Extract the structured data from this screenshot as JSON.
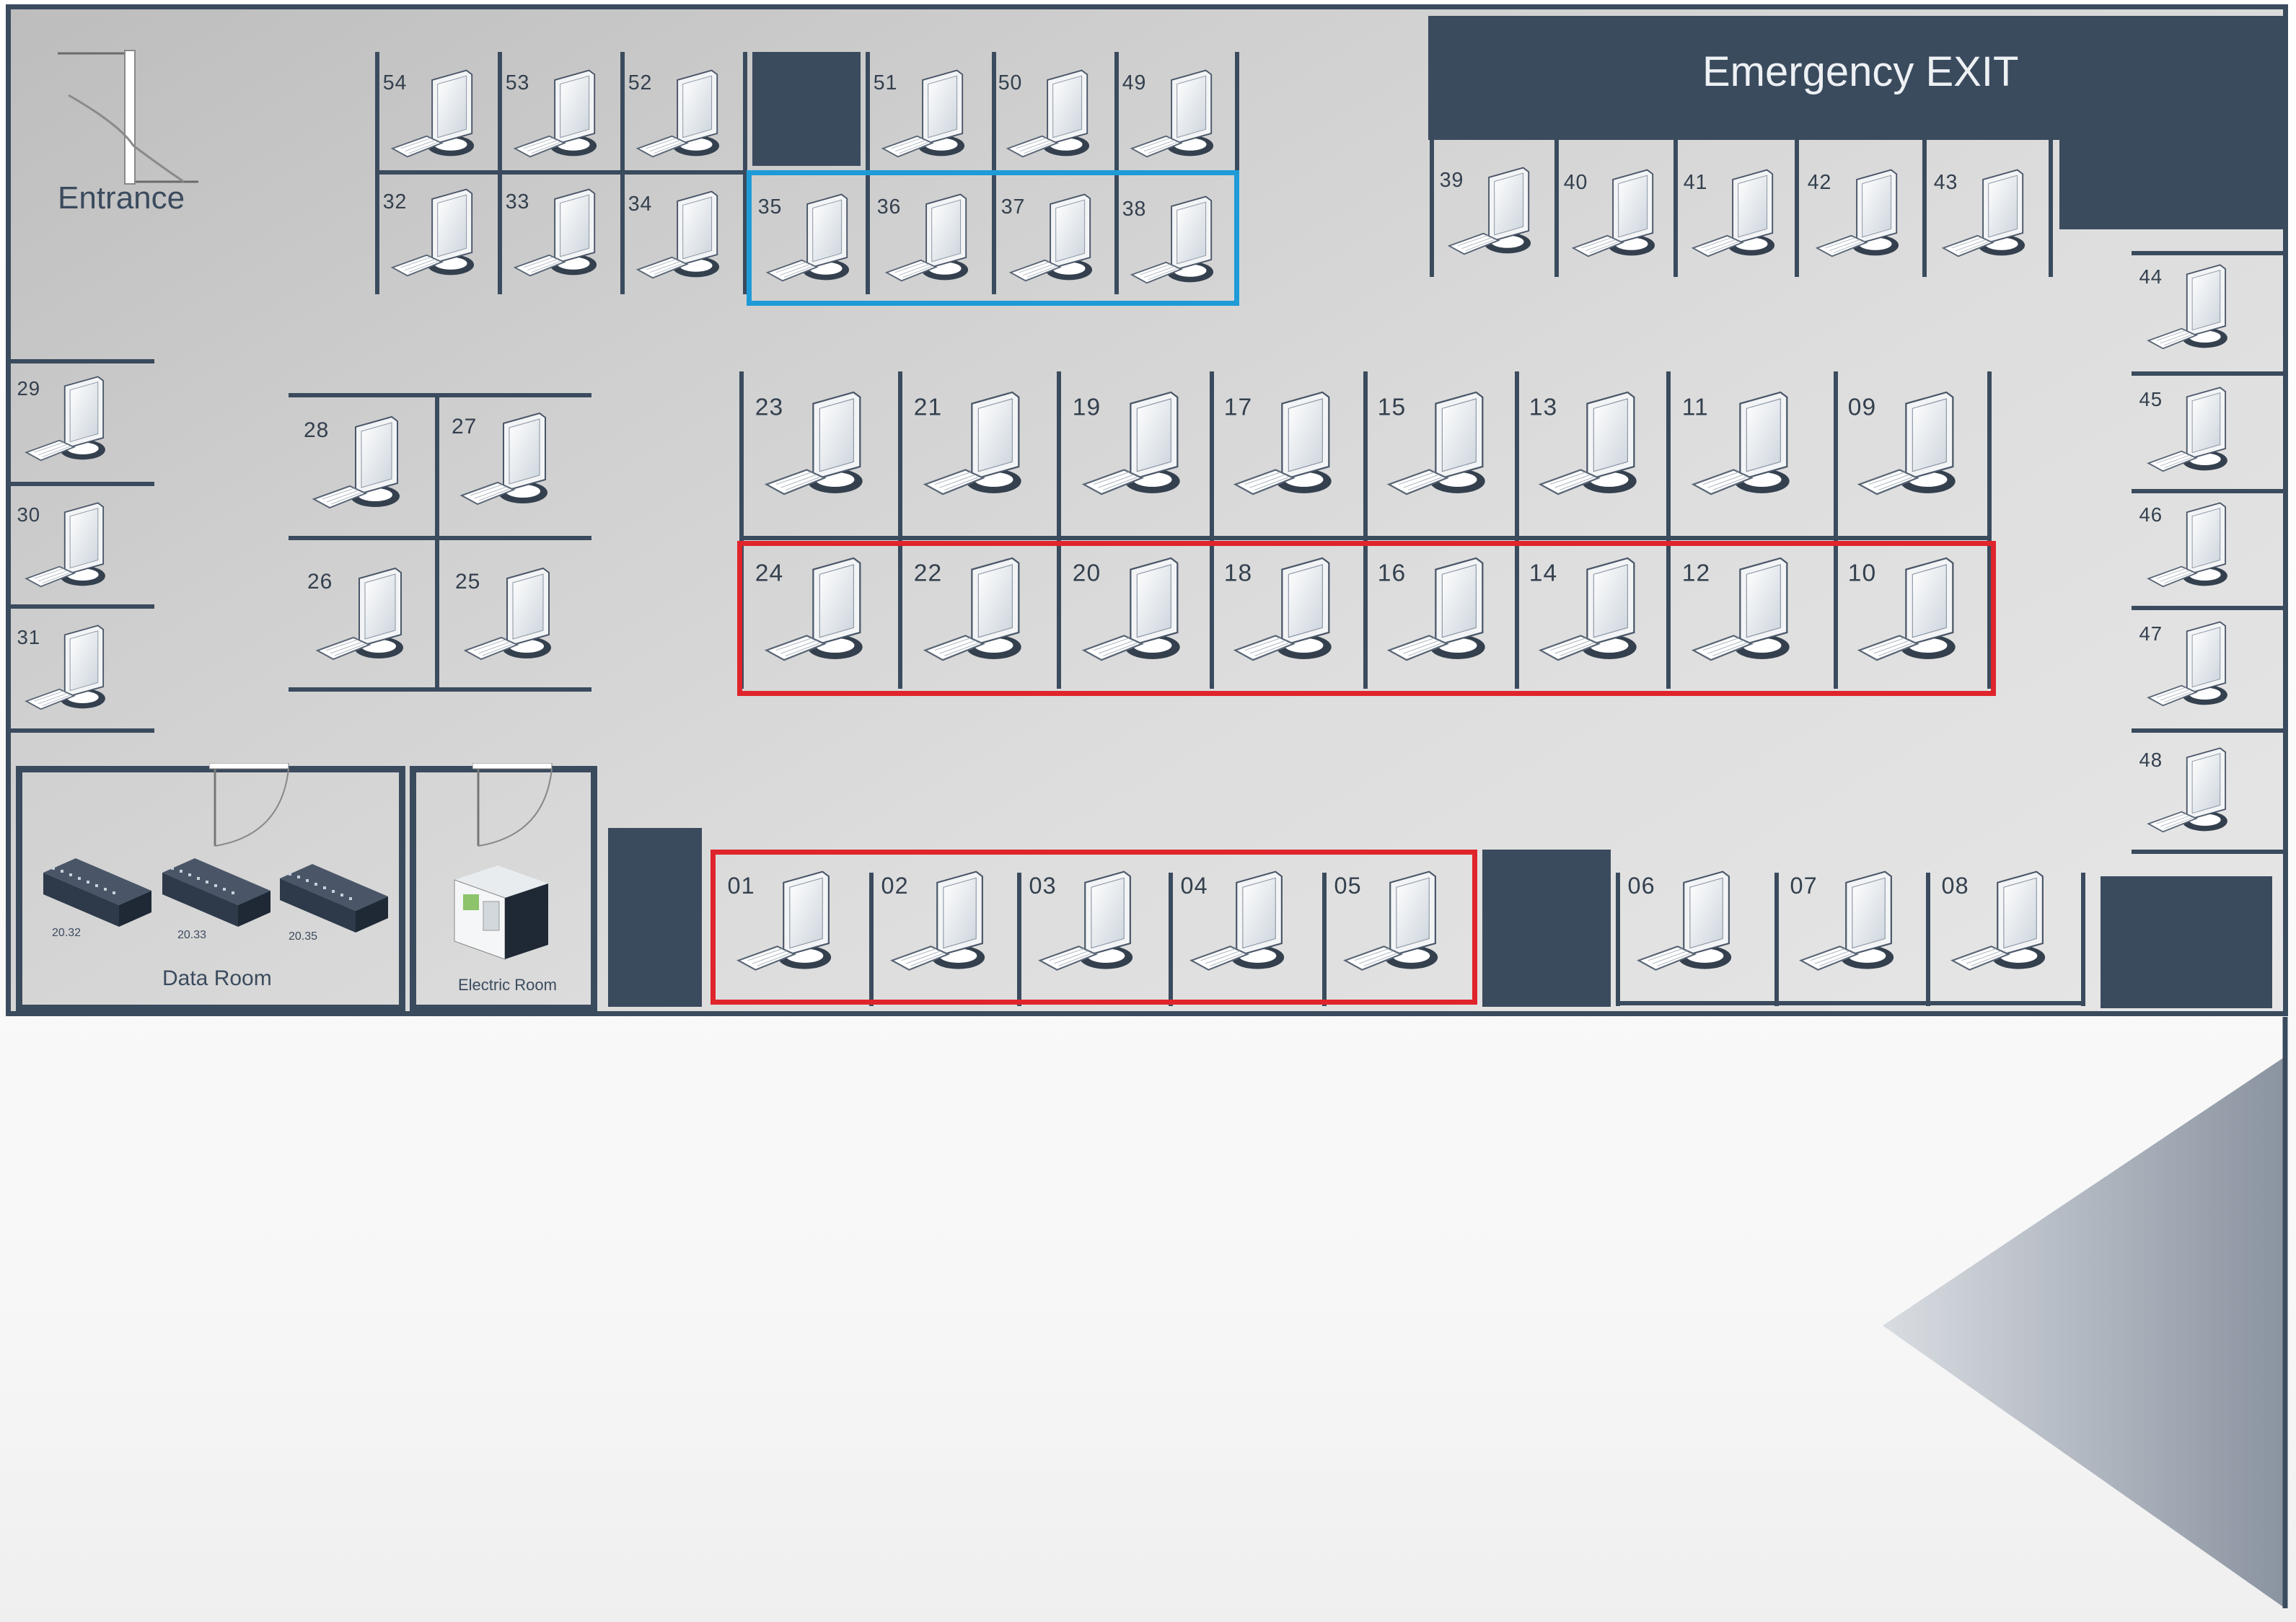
{
  "entrance_label": "Entrance",
  "emergency_exit_label": "Emergency EXIT",
  "data_room": {
    "label": "Data Room",
    "switches": [
      "20.32",
      "20.33",
      "20.35"
    ]
  },
  "electric_room_label": "Electric Room",
  "workstations": {
    "ws54": "54",
    "ws53": "53",
    "ws52": "52",
    "ws51": "51",
    "ws50": "50",
    "ws49": "49",
    "ws32": "32",
    "ws33": "33",
    "ws34": "34",
    "ws35": "35",
    "ws36": "36",
    "ws37": "37",
    "ws38": "38",
    "ws39": "39",
    "ws40": "40",
    "ws41": "41",
    "ws42": "42",
    "ws43": "43",
    "ws44": "44",
    "ws45": "45",
    "ws46": "46",
    "ws47": "47",
    "ws48": "48",
    "ws29": "29",
    "ws30": "30",
    "ws31": "31",
    "ws28": "28",
    "ws27": "27",
    "ws26": "26",
    "ws25": "25",
    "ws23": "23",
    "ws21": "21",
    "ws19": "19",
    "ws17": "17",
    "ws15": "15",
    "ws13": "13",
    "ws11": "11",
    "ws09": "09",
    "ws24": "24",
    "ws22": "22",
    "ws20": "20",
    "ws18": "18",
    "ws16": "16",
    "ws14": "14",
    "ws12": "12",
    "ws10": "10",
    "ws01": "01",
    "ws02": "02",
    "ws03": "03",
    "ws04": "04",
    "ws05": "05",
    "ws06": "06",
    "ws07": "07",
    "ws08": "08"
  },
  "colors": {
    "wall": "#3b4b5e",
    "highlight_red": "#e0242b",
    "highlight_blue": "#1e9bd7",
    "floor": "#cfcfcf"
  }
}
